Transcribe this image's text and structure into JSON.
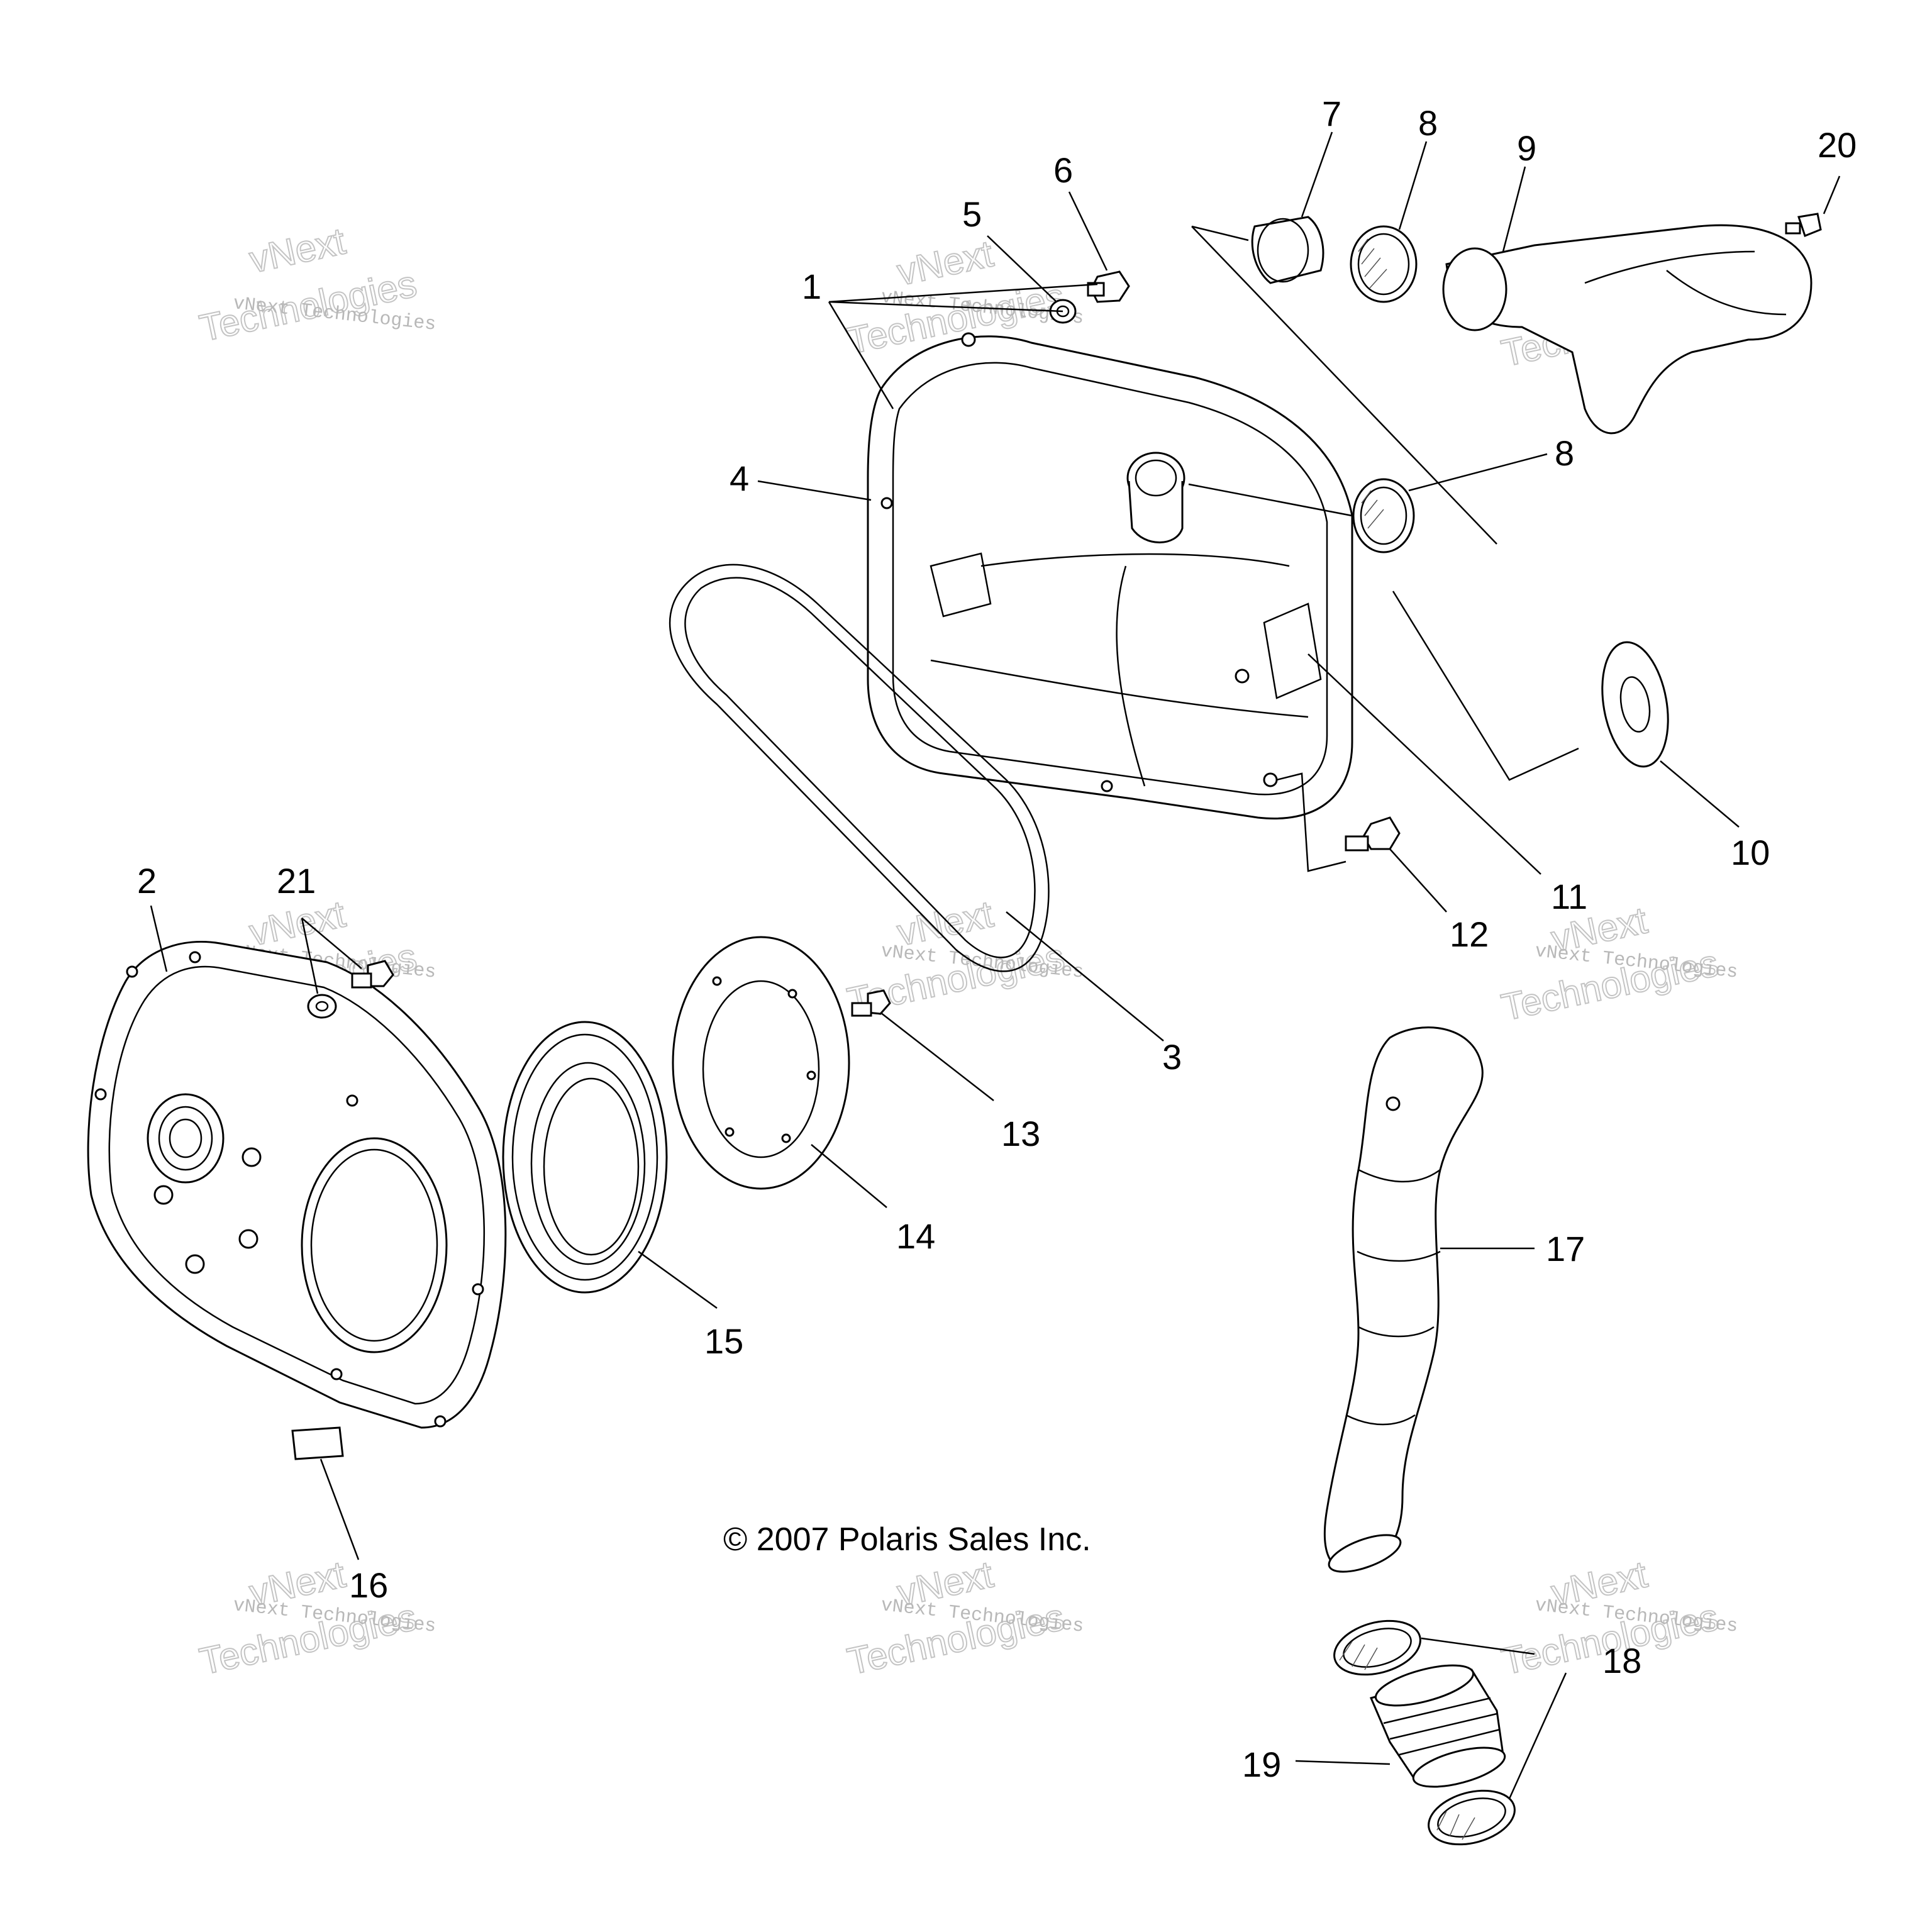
{
  "copyright": "© 2007 Polaris Sales Inc.",
  "callouts": [
    "1",
    "2",
    "3",
    "4",
    "5",
    "6",
    "7",
    "8",
    "8",
    "9",
    "10",
    "11",
    "12",
    "13",
    "14",
    "15",
    "16",
    "17",
    "18",
    "19",
    "20",
    "21"
  ],
  "watermark": {
    "small": "vNext Technologies",
    "big_top": "vNext",
    "big_bottom": "Technologies"
  }
}
